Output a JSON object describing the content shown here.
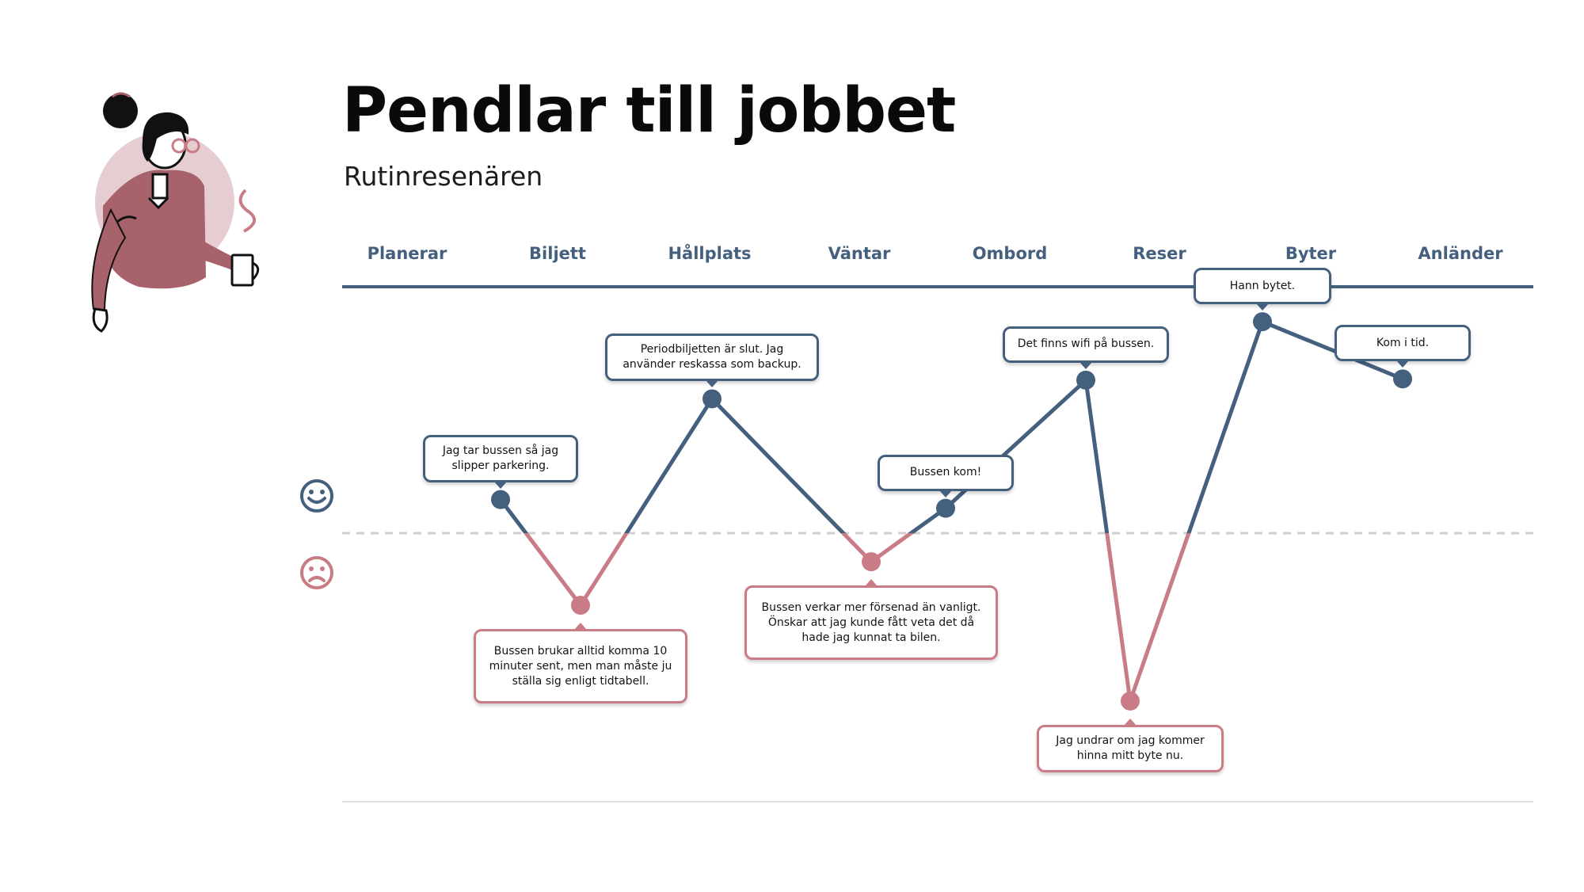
{
  "header": {
    "title": "Pendlar till jobbet",
    "subtitle": "Rutinresenären"
  },
  "stages": [
    "Planerar",
    "Biljett",
    "Hållplats",
    "Väntar",
    "Ombord",
    "Reser",
    "Byter",
    "Anländer"
  ],
  "mood_icons": {
    "positive": "smiley-face-icon",
    "negative": "sad-face-icon"
  },
  "colors": {
    "positive": "#44607e",
    "negative": "#c97c86",
    "neutral_line": "#cfcfcf",
    "persona": "#a8626c"
  },
  "chart_data": {
    "type": "line",
    "ylim": [
      -1,
      1
    ],
    "points": [
      {
        "y": 0.27,
        "text": "Jag tar bussen så jag slipper parkering."
      },
      {
        "y": -0.58,
        "text": "Bussen brukar alltid komma 10 minuter sent, men man måste ju ställa sig enligt tidtabell."
      },
      {
        "y": 1.08,
        "text": "Periodbiljetten är slut. Jag använder reskassa som backup."
      },
      {
        "y": -0.23,
        "text": "Bussen verkar mer försenad än vanligt. Önskar att jag kunde fått veta det då hade jag kunnat ta bilen."
      },
      {
        "y": 0.2,
        "text": "Bussen kom!"
      },
      {
        "y": 1.23,
        "text": "Det finns wifi på bussen."
      },
      {
        "y": -1.35,
        "text": "Jag undrar om jag kommer hinna mitt byte nu."
      },
      {
        "y": 1.7,
        "text": "Hann bytet."
      },
      {
        "y": 1.24,
        "text": "Kom i tid."
      }
    ]
  }
}
